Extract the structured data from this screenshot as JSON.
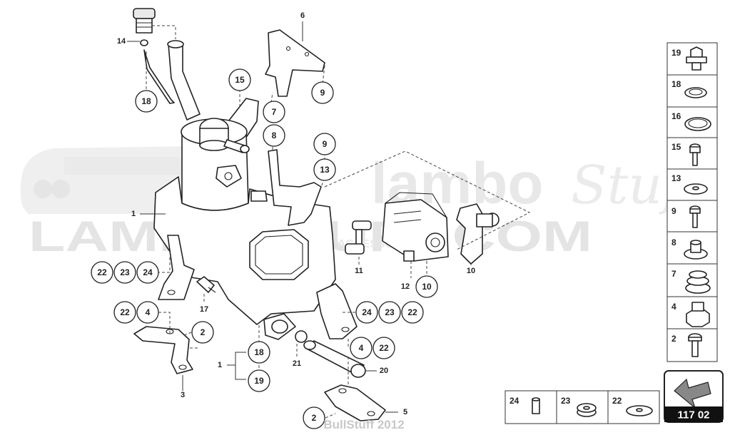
{
  "watermark": {
    "brand_bold": "lambo",
    "brand_script": "Stuff",
    "site": "LAMBOSTUFF.COM",
    "tagline": "PARTS & ACCESSORIES",
    "copyright": "BullStuff 2012"
  },
  "callouts": [
    {
      "label": "14",
      "circled": false
    },
    {
      "label": "18",
      "circled": true
    },
    {
      "label": "6",
      "circled": false
    },
    {
      "label": "15",
      "circled": true
    },
    {
      "label": "9",
      "circled": true
    },
    {
      "label": "7",
      "circled": true
    },
    {
      "label": "8",
      "circled": true
    },
    {
      "label": "9",
      "circled": true
    },
    {
      "label": "13",
      "circled": true
    },
    {
      "label": "1",
      "circled": false
    },
    {
      "label": "11",
      "circled": false
    },
    {
      "label": "12",
      "circled": false
    },
    {
      "label": "10",
      "circled": true
    },
    {
      "label": "10",
      "circled": false
    },
    {
      "label": "22",
      "circled": true
    },
    {
      "label": "23",
      "circled": true
    },
    {
      "label": "24",
      "circled": true
    },
    {
      "label": "17",
      "circled": false
    },
    {
      "label": "22",
      "circled": true
    },
    {
      "label": "4",
      "circled": true
    },
    {
      "label": "24",
      "circled": true
    },
    {
      "label": "23",
      "circled": true
    },
    {
      "label": "22",
      "circled": true
    },
    {
      "label": "2",
      "circled": true
    },
    {
      "label": "18",
      "circled": true
    },
    {
      "label": "21",
      "circled": false
    },
    {
      "label": "4",
      "circled": true
    },
    {
      "label": "22",
      "circled": true
    },
    {
      "label": "1",
      "circled": false
    },
    {
      "label": "20",
      "circled": false
    },
    {
      "label": "19",
      "circled": true
    },
    {
      "label": "3",
      "circled": false
    },
    {
      "label": "2",
      "circled": true
    },
    {
      "label": "5",
      "circled": false
    }
  ],
  "legend": {
    "items": [
      {
        "number": "19",
        "icon": "oil-plug-screw-icon"
      },
      {
        "number": "18",
        "icon": "seal-ring-icon"
      },
      {
        "number": "16",
        "icon": "o-ring-icon"
      },
      {
        "number": "15",
        "icon": "hex-bolt-icon"
      },
      {
        "number": "13",
        "icon": "flat-washer-icon"
      },
      {
        "number": "9",
        "icon": "flange-bolt-icon"
      },
      {
        "number": "8",
        "icon": "bushing-icon"
      },
      {
        "number": "7",
        "icon": "rubber-mount-icon"
      },
      {
        "number": "4",
        "icon": "hex-nut-icon"
      },
      {
        "number": "2",
        "icon": "screw-icon"
      }
    ],
    "bottom_items": [
      {
        "number": "24",
        "icon": "spacer-sleeve-icon"
      },
      {
        "number": "23",
        "icon": "thick-washer-icon"
      },
      {
        "number": "22",
        "icon": "large-washer-icon"
      }
    ],
    "section_code": "117 02",
    "section_icon": "direction-arrow-icon"
  }
}
